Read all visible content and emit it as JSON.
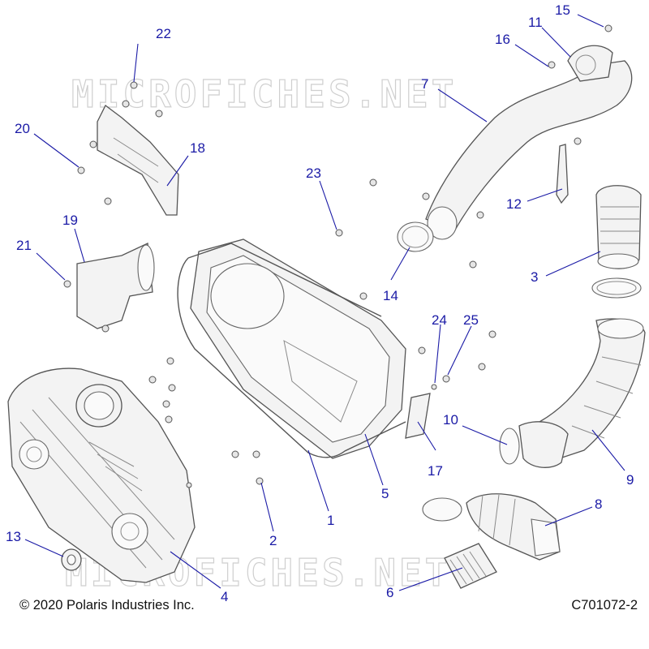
{
  "watermark": "MICROFICHES.NET",
  "copyright": "© 2020 Polaris Industries Inc.",
  "diagram_id": "C701072-2",
  "callouts": [
    {
      "label": "1"
    },
    {
      "label": "2"
    },
    {
      "label": "3"
    },
    {
      "label": "4"
    },
    {
      "label": "5"
    },
    {
      "label": "6"
    },
    {
      "label": "7"
    },
    {
      "label": "8"
    },
    {
      "label": "9"
    },
    {
      "label": "10"
    },
    {
      "label": "11"
    },
    {
      "label": "12"
    },
    {
      "label": "13"
    },
    {
      "label": "14"
    },
    {
      "label": "15"
    },
    {
      "label": "16"
    },
    {
      "label": "17"
    },
    {
      "label": "18"
    },
    {
      "label": "19"
    },
    {
      "label": "20"
    },
    {
      "label": "21"
    },
    {
      "label": "22"
    },
    {
      "label": "23"
    },
    {
      "label": "24"
    },
    {
      "label": "25"
    }
  ],
  "colors": {
    "callout": "#1a1aa6",
    "part_stroke": "#555555",
    "watermark": "#cfcfcf"
  }
}
